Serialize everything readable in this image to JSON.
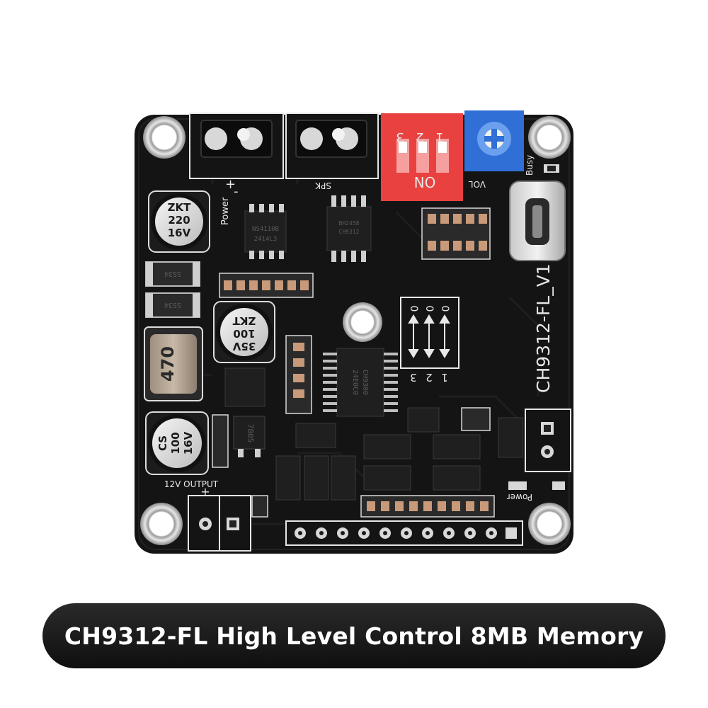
{
  "caption": "CH9312-FL High Level Control 8MB Memory",
  "board": {
    "model_label": "CH9312-FL_V1",
    "labels": {
      "power_top": "Power",
      "plus": "+",
      "minus": "-",
      "spk": "SPK",
      "on": "ON",
      "dip_1": "1",
      "dip_2": "2",
      "dip_3": "3",
      "vol": "VOL",
      "busy": "Busy",
      "output": "12V OUTPUT",
      "power_bottom": "Power",
      "jumper_1": "1",
      "jumper_2": "2",
      "jumper_3": "3",
      "jumper_0a": "0",
      "jumper_0b": "0",
      "jumper_0c": "0"
    },
    "capacitors": {
      "c1_line1": "ZKT",
      "c1_line2": "220",
      "c1_line3": "16V",
      "c2_line1": "35V",
      "c2_line2": "100",
      "c2_line3": "ZKT",
      "c3_line1": "CS",
      "c3_line2": "100",
      "c3_line3": "16V"
    },
    "inductor_value": "470",
    "chips": {
      "amp": "NS4110B",
      "amp_code": "2414L3",
      "flash_line1": "BH2458",
      "flash_line2": "CH9312",
      "main_line1": "CH9300",
      "main_line2": "24E0C0",
      "regulator": "7805"
    },
    "diode_label": "SS34",
    "colors": {
      "pcb": "#141414",
      "dip_switch": "#e8413f",
      "potentiometer": "#2f6fd6",
      "banner": "#141414"
    }
  }
}
